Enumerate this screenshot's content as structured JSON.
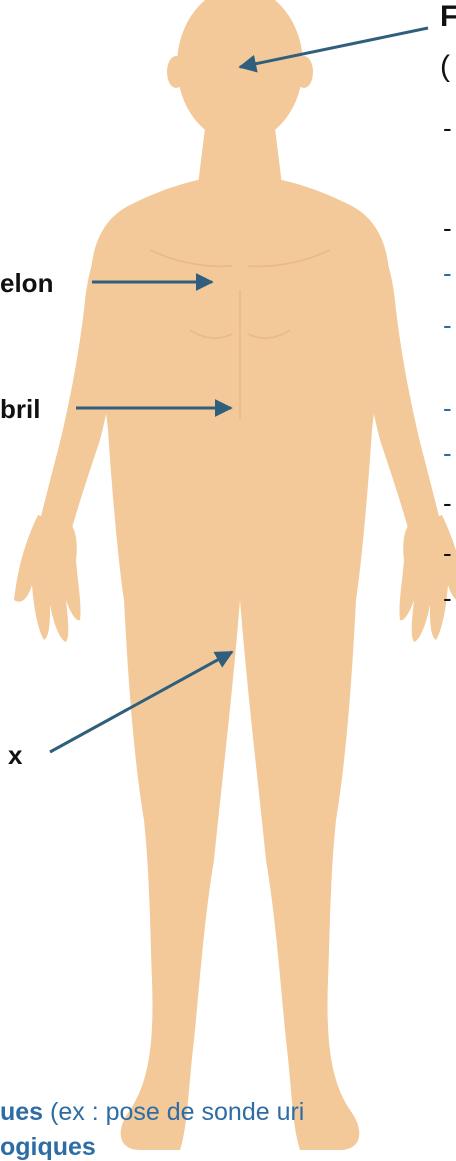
{
  "colors": {
    "skin": "#f3c99a",
    "arrow": "#2f5f7c",
    "text": "#111111",
    "accent_blue": "#2e6da4"
  },
  "labels": {
    "top_cut": "F",
    "top_paren": "(",
    "mamelon": "elon",
    "nombril": "bril",
    "pubis": "x"
  },
  "right_list": [
    {
      "dash": "-",
      "color": "text"
    },
    {
      "dash": "-",
      "color": "text"
    },
    {
      "dash": "-",
      "color": "accent_blue"
    },
    {
      "dash": "-",
      "color": "accent_blue"
    },
    {
      "dash": "-",
      "color": "accent_blue"
    },
    {
      "dash": "-",
      "color": "accent_blue"
    },
    {
      "dash": "-",
      "color": "text"
    },
    {
      "dash": "-",
      "color": "text"
    },
    {
      "dash": "-",
      "color": "text"
    }
  ],
  "caption": {
    "bold_part": "ues",
    "rest": " (ex : pose de sonde uri",
    "line2": "ogiques"
  }
}
